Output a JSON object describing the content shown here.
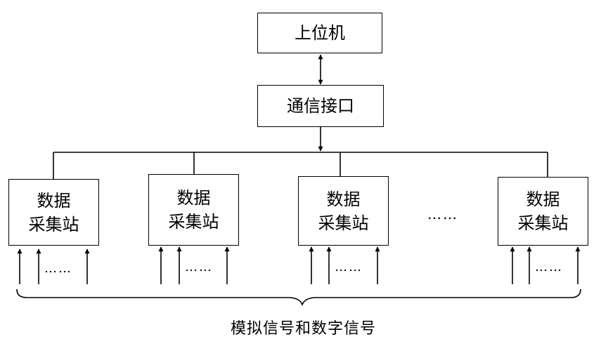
{
  "nodes": {
    "host": "上位机",
    "comm": "通信接口",
    "stations": [
      {
        "line1": "数据",
        "line2": "采集站"
      },
      {
        "line1": "数据",
        "line2": "采集站"
      },
      {
        "line1": "数据",
        "line2": "采集站"
      },
      {
        "line1": "数据",
        "line2": "采集站"
      }
    ]
  },
  "ellipsis": "……",
  "input_ellipsis": "……",
  "bottom_label": "模拟信号和数字信号"
}
